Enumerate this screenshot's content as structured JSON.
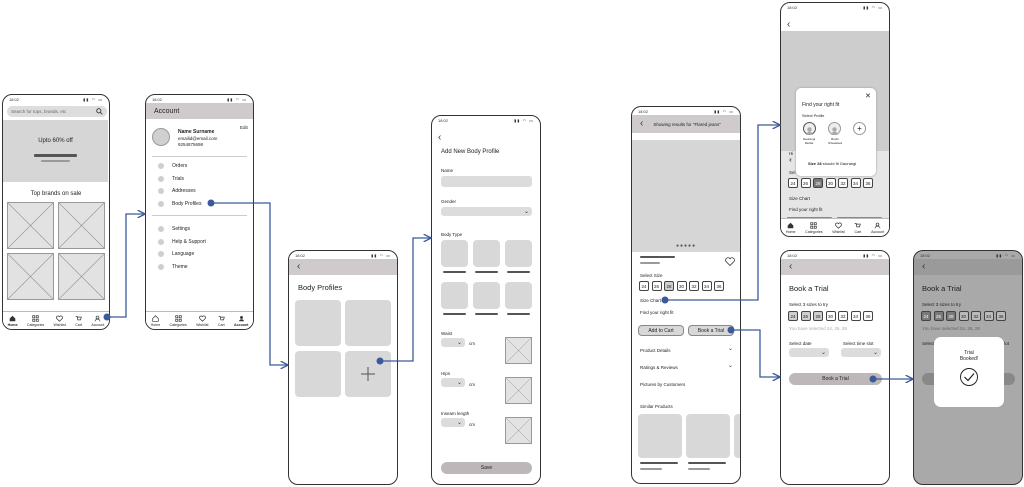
{
  "status_time": "18:02",
  "home": {
    "search_placeholder": "Search for tops, brands, etc",
    "banner": "Upto 60% off",
    "section_title": "Top brands on sale",
    "tabs": [
      "Home",
      "Categories",
      "Wishlist",
      "Cart",
      "Account"
    ]
  },
  "account": {
    "title": "Account",
    "name": "Name Surname",
    "email": "emailid@email.com",
    "phone": "9254875698",
    "edit": "Edit",
    "menu": [
      "Orders",
      "Trials",
      "Addresses",
      "Body Profiles",
      "Settings",
      "Help & Support",
      "Language",
      "Theme"
    ],
    "tabs": [
      "Home",
      "Categories",
      "Wishlist",
      "Cart",
      "Account"
    ]
  },
  "body_profiles": {
    "title": "Body Profiles"
  },
  "add_profile": {
    "title": "Add New Body Profile",
    "name_label": "Name",
    "gender_label": "Gender",
    "body_type_label": "Body Type",
    "waist_label": "Waist",
    "hips_label": "Hips",
    "inseam_label": "Inseam length",
    "unit": "cm",
    "save": "Save"
  },
  "product": {
    "results_text": "Showing results for \"Flared jeans\"",
    "select_size": "Select Size",
    "sizes": [
      "24",
      "26",
      "28",
      "30",
      "32",
      "34",
      "36"
    ],
    "selected_size": "28",
    "size_chart": "Size Chart",
    "find_fit": "Find your right fit",
    "add_to_cart": "Add to Cart",
    "book_trial": "Book a Trial",
    "sections": [
      "Product Details",
      "Ratings & Reviews",
      "Pictures by Customers"
    ],
    "similar": "Similar Products"
  },
  "fit_popup": {
    "title": "Find your right fit",
    "select_profile": "Select Profile",
    "profiles": [
      "Gaurangi Mehta",
      "Ruchi Srivastava"
    ],
    "size_note_bold": "Size 28",
    "size_note_rest": "should fit Gaurangi",
    "sizes": [
      "24",
      "26",
      "28",
      "30",
      "32",
      "34",
      "36"
    ],
    "size_chart": "Size Chart",
    "find_fit": "Find your right fit",
    "tabs": [
      "Home",
      "Categories",
      "Wishlist",
      "Cart",
      "Account"
    ]
  },
  "book_trial": {
    "title": "Book a Trial",
    "select_sizes": "Select 3 sizes to try",
    "sizes": [
      "24",
      "26",
      "28",
      "30",
      "32",
      "34",
      "36"
    ],
    "selected_note": "You have selected 24, 26, 28",
    "select_date": "Select date",
    "select_time": "Select time slot",
    "button": "Book a Trial"
  },
  "trial_booked": {
    "title": "Book a Trial",
    "select_sizes": "Select 3 sizes to try",
    "selected_note": "You have selected 24, 26, 28",
    "select_partial": "Select",
    "slot_partial": "slot",
    "modal_line1": "Trial",
    "modal_line2": "Booked!"
  }
}
